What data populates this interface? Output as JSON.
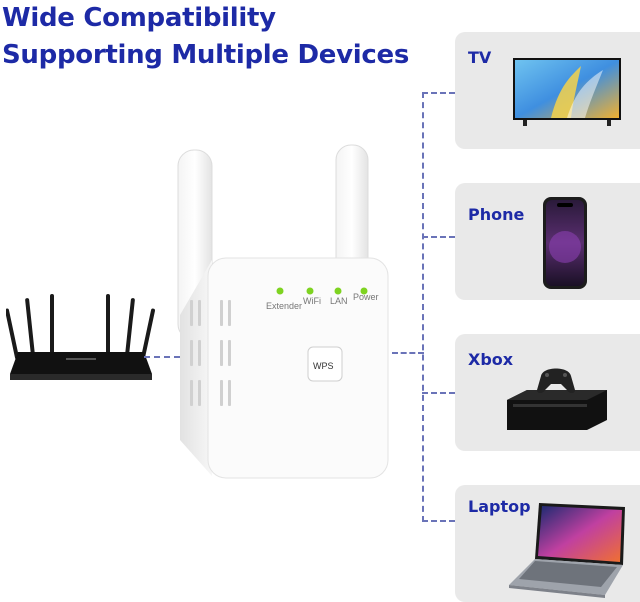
{
  "headline": {
    "line1": "Wide Compatibility",
    "line2": "Supporting Multiple Devices"
  },
  "extender": {
    "leds": [
      "Extender",
      "WiFi",
      "LAN",
      "Power"
    ],
    "wps_label": "WPS",
    "led_color": "#7ed321"
  },
  "devices": [
    {
      "label": "TV",
      "icon": "tv-icon"
    },
    {
      "label": "Phone",
      "icon": "phone-icon"
    },
    {
      "label": "Xbox",
      "icon": "xbox-icon"
    },
    {
      "label": "Laptop",
      "icon": "laptop-icon"
    }
  ],
  "colors": {
    "headline": "#1d2aa6",
    "card_background": "#e9e9e9",
    "connector": "#6a73b8"
  }
}
